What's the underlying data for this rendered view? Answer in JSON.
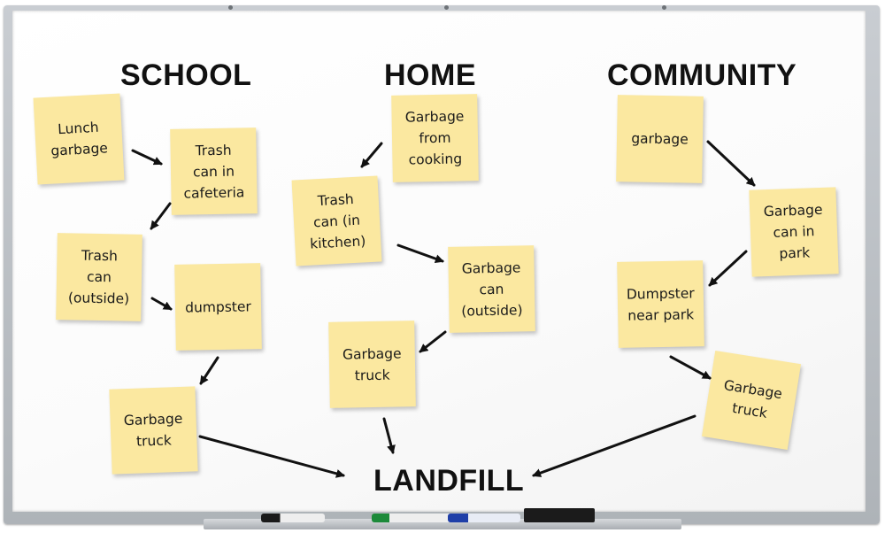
{
  "headings": {
    "school": "SCHOOL",
    "home": "HOME",
    "community": "COMMUNITY",
    "landfill": "LANDFILL"
  },
  "school": {
    "lunch": "Lunch\ngarbage",
    "trash_cafeteria": "Trash\ncan in\ncafeteria",
    "trash_outside": "Trash\ncan\n(outside)",
    "dumpster": "dumpster",
    "truck": "Garbage\ntruck"
  },
  "home": {
    "cooking": "Garbage\nfrom\ncooking",
    "trash_kitchen": "Trash\ncan (in\nkitchen)",
    "garbage_outside": "Garbage\ncan\n(outside)",
    "truck": "Garbage\ntruck"
  },
  "community": {
    "garbage": "garbage",
    "can_park": "Garbage\ncan in\npark",
    "dumpster_park": "Dumpster\nnear park",
    "truck": "Garbage\ntruck"
  },
  "colors": {
    "sticky_note": "#fbe8a0",
    "arrow": "#111111",
    "board": "#ffffff",
    "frame": "#b8bcc1"
  }
}
